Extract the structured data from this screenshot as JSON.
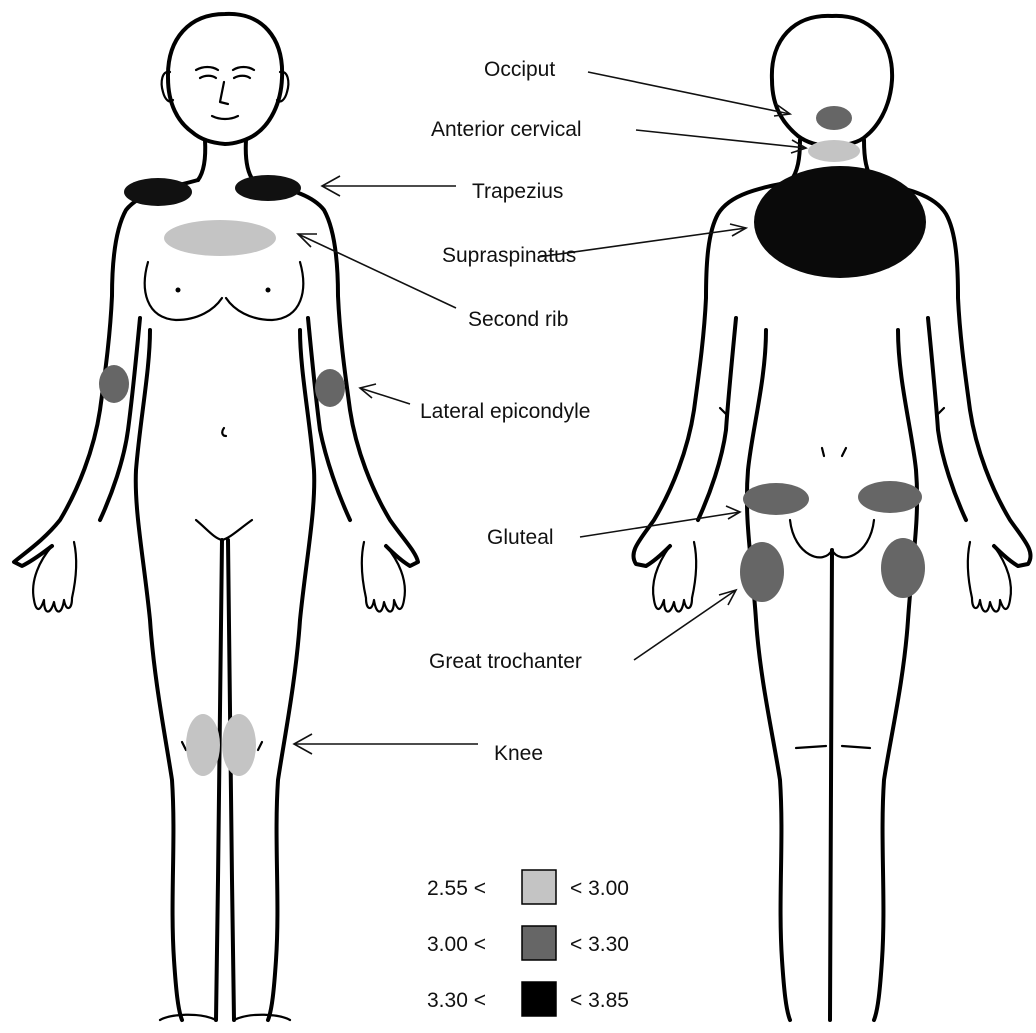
{
  "regions": [
    {
      "label": "Occiput",
      "side": "back",
      "level": 2
    },
    {
      "label": "Anterior cervical",
      "side": "back",
      "level": 1
    },
    {
      "label": "Trapezius",
      "side": "front",
      "level": 3
    },
    {
      "label": "Supraspinatus",
      "side": "back",
      "level": 3
    },
    {
      "label": "Second rib",
      "side": "front",
      "level": 1
    },
    {
      "label": "Lateral epicondyle",
      "side": "front",
      "level": 2
    },
    {
      "label": "Gluteal",
      "side": "back",
      "level": 2
    },
    {
      "label": "Great trochanter",
      "side": "back",
      "level": 2
    },
    {
      "label": "Knee",
      "side": "front",
      "level": 1
    }
  ],
  "legend": [
    {
      "low": "2.55 <",
      "high": "< 3.00",
      "color": "#c4c4c4"
    },
    {
      "low": "3.00 <",
      "high": "< 3.30",
      "color": "#666666"
    },
    {
      "low": "3.30 <",
      "high": "< 3.85",
      "color": "#000000"
    }
  ]
}
